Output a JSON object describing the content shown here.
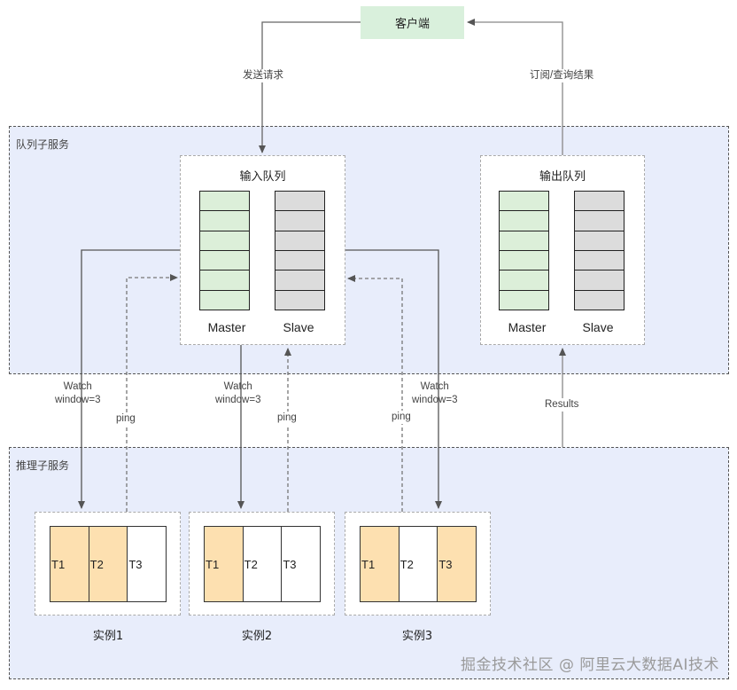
{
  "client": {
    "label": "客户端"
  },
  "edges": {
    "send_request": "发送请求",
    "subscribe_query": "订阅/查询结果",
    "watch_line1": "Watch",
    "watch_line2": "window=3",
    "ping": "ping",
    "results": "Results"
  },
  "queue_service": {
    "label": "队列子服务",
    "input_queue": {
      "title": "输入队列",
      "master_label": "Master",
      "slave_label": "Slave",
      "slots": 6
    },
    "output_queue": {
      "title": "输出队列",
      "master_label": "Master",
      "slave_label": "Slave",
      "slots": 6
    }
  },
  "inference_service": {
    "label": "推理子服务",
    "instances": [
      {
        "label": "实例1",
        "tasks": [
          {
            "name": "T1",
            "busy": true
          },
          {
            "name": "T2",
            "busy": true
          },
          {
            "name": "T3",
            "busy": false
          }
        ]
      },
      {
        "label": "实例2",
        "tasks": [
          {
            "name": "T1",
            "busy": true
          },
          {
            "name": "T2",
            "busy": false
          },
          {
            "name": "T3",
            "busy": false
          }
        ]
      },
      {
        "label": "实例3",
        "tasks": [
          {
            "name": "T1",
            "busy": true
          },
          {
            "name": "T2",
            "busy": false
          },
          {
            "name": "T3",
            "busy": true
          }
        ]
      }
    ]
  },
  "colors": {
    "client_fill": "#d9f0dc",
    "group_fill": "#e8edfb",
    "master_fill": "#dcefd9",
    "slave_fill": "#dcdcdc",
    "task_busy": "#fde0b0",
    "task_free": "#ffffff"
  },
  "watermark": "掘金技术社区 @ 阿里云大数据AI技术"
}
